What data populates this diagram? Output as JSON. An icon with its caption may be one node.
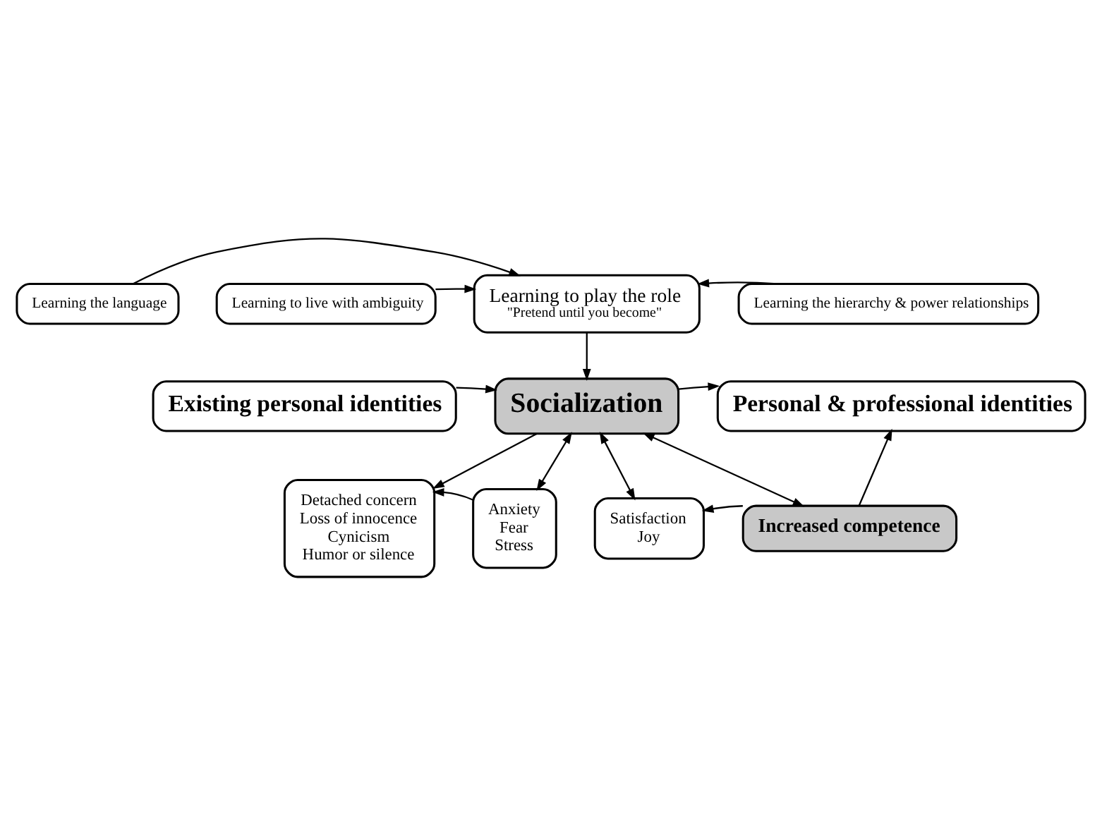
{
  "diagram": {
    "nodes": [
      {
        "text": [
          "Learning the language"
        ]
      },
      {
        "text": [
          "Learning to live with ambiguity"
        ]
      },
      {
        "text": [
          "Learning to play the role",
          "\"Pretend until you become\""
        ]
      },
      {
        "text": [
          "Learning the hierarchy & power relationships"
        ]
      },
      {
        "text": [
          "Existing personal identities"
        ]
      },
      {
        "text": [
          "Socialization"
        ]
      },
      {
        "text": [
          "Personal & professional identities"
        ]
      },
      {
        "text": [
          "Detached concern",
          "Loss of innocence",
          "Cynicism",
          "Humor or silence"
        ]
      },
      {
        "text": [
          "Anxiety",
          "Fear",
          "Stress"
        ]
      },
      {
        "text": [
          "Satisfaction",
          "Joy"
        ]
      },
      {
        "text": [
          "Increased competence"
        ]
      }
    ],
    "edges": [
      {
        "from": 0,
        "to": 2,
        "arrow": "to"
      },
      {
        "from": 1,
        "to": 2,
        "arrow": "to"
      },
      {
        "from": 3,
        "to": 2,
        "arrow": "to"
      },
      {
        "from": 2,
        "to": 5,
        "arrow": "to"
      },
      {
        "from": 4,
        "to": 5,
        "arrow": "to"
      },
      {
        "from": 5,
        "to": 6,
        "arrow": "to"
      },
      {
        "from": 5,
        "to": 7,
        "arrow": "to"
      },
      {
        "from": 5,
        "to": 8,
        "arrow": "both"
      },
      {
        "from": 5,
        "to": 9,
        "arrow": "both"
      },
      {
        "from": 5,
        "to": 10,
        "arrow": "both"
      },
      {
        "from": 10,
        "to": 6,
        "arrow": "to"
      },
      {
        "from": 8,
        "to": 7,
        "arrow": "to"
      },
      {
        "from": 10,
        "to": 9,
        "arrow": "to"
      }
    ]
  }
}
